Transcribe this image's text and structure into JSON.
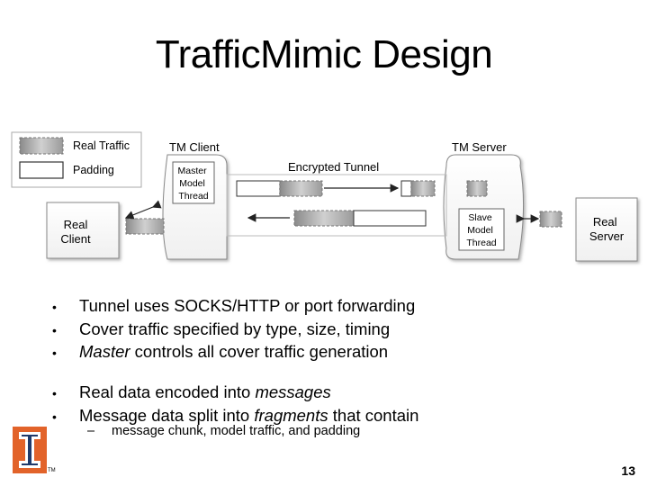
{
  "title": "TrafficMimic Design",
  "diagram": {
    "legend": {
      "real_traffic": "Real Traffic",
      "padding": "Padding"
    },
    "tm_client": "TM Client",
    "tm_server": "TM Server",
    "master_thread": [
      "Master",
      "Model",
      "Thread"
    ],
    "slave_thread": [
      "Slave",
      "Model",
      "Thread"
    ],
    "encrypted_tunnel": "Encrypted Tunnel",
    "real_client": [
      "Real",
      "Client"
    ],
    "real_server": [
      "Real",
      "Server"
    ]
  },
  "bullets_group1": [
    {
      "parts": [
        {
          "text": "Tunnel uses SOCKS/HTTP or port forwarding",
          "italic": false
        }
      ]
    },
    {
      "parts": [
        {
          "text": "Cover traffic specified by type, size, timing",
          "italic": false
        }
      ]
    },
    {
      "parts": [
        {
          "text": "Master",
          "italic": true
        },
        {
          "text": " controls all cover traffic generation",
          "italic": false
        }
      ]
    }
  ],
  "bullets_group2": [
    {
      "parts": [
        {
          "text": "Real data encoded into ",
          "italic": false
        },
        {
          "text": "messages",
          "italic": true
        }
      ]
    },
    {
      "parts": [
        {
          "text": "Message data split into ",
          "italic": false
        },
        {
          "text": "fragments",
          "italic": true
        },
        {
          "text": " that contain",
          "italic": false
        }
      ]
    }
  ],
  "sub_bullet": "message chunk, model traffic, and padding",
  "bullet_symbol": "•",
  "dash_symbol": "–",
  "trademark": "TM",
  "page_number": "13",
  "logo_icon": "university-block-i-logo",
  "colors": {
    "logo_orange": "#e2632a",
    "logo_navy": "#1f3a6b"
  }
}
